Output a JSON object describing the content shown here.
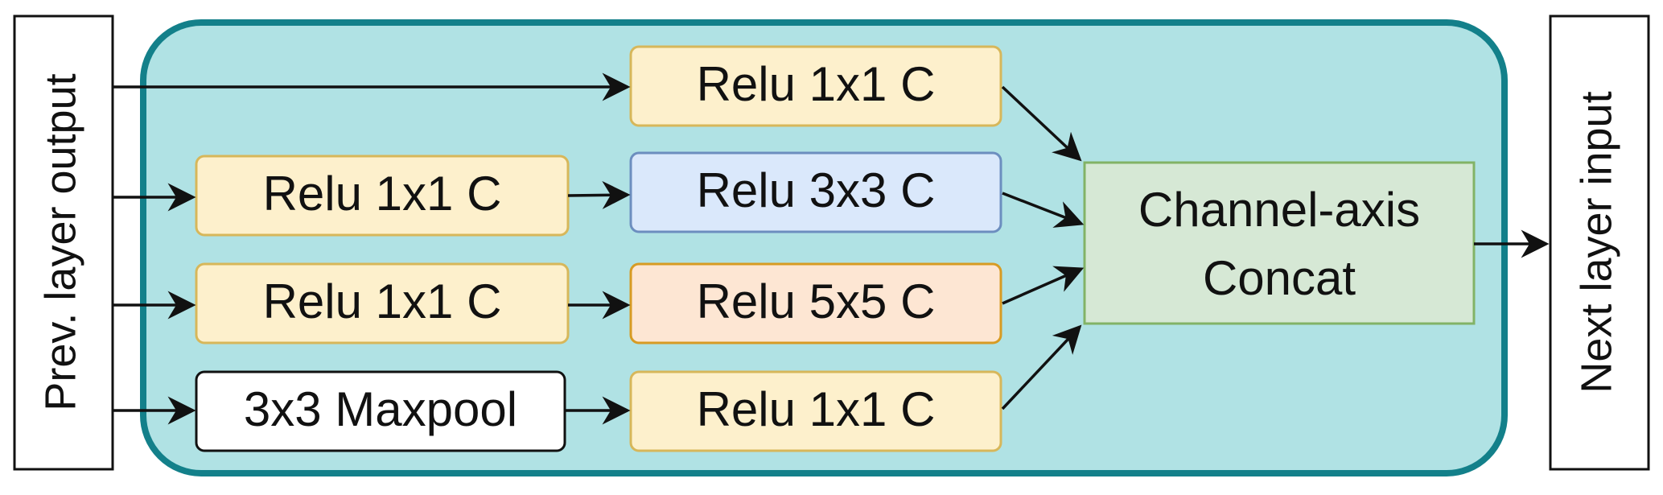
{
  "diagram": {
    "side_blocks": {
      "prev": {
        "label": "Prev. layer output"
      },
      "next": {
        "label": "Next layer input"
      }
    },
    "nodes": {
      "n_top": {
        "label": "Relu 1x1 C",
        "fill": "#fdf0cc",
        "stroke": "#d7b75a"
      },
      "n_r2a": {
        "label": "Relu 1x1 C",
        "fill": "#fdf0cc",
        "stroke": "#d7b75a"
      },
      "n_r2b": {
        "label": "Relu 3x3 C",
        "fill": "#dae8fb",
        "stroke": "#6c8ebf"
      },
      "n_r3a": {
        "label": "Relu 1x1 C",
        "fill": "#fdf0cc",
        "stroke": "#d7b75a"
      },
      "n_r3b": {
        "label": "Relu 5x5 C",
        "fill": "#fde6d3",
        "stroke": "#d79b23"
      },
      "n_r4a": {
        "label": "3x3 Maxpool",
        "fill": "#ffffff",
        "stroke": "#111111"
      },
      "n_r4b": {
        "label": "Relu 1x1 C",
        "fill": "#fdf0cc",
        "stroke": "#d7b75a"
      },
      "concat": {
        "line1": "Channel-axis",
        "line2": "Concat",
        "fill": "#d6e8d5",
        "stroke": "#82b366"
      }
    },
    "container": {
      "fill": "#b0e2e4",
      "stroke": "#13808a"
    }
  }
}
